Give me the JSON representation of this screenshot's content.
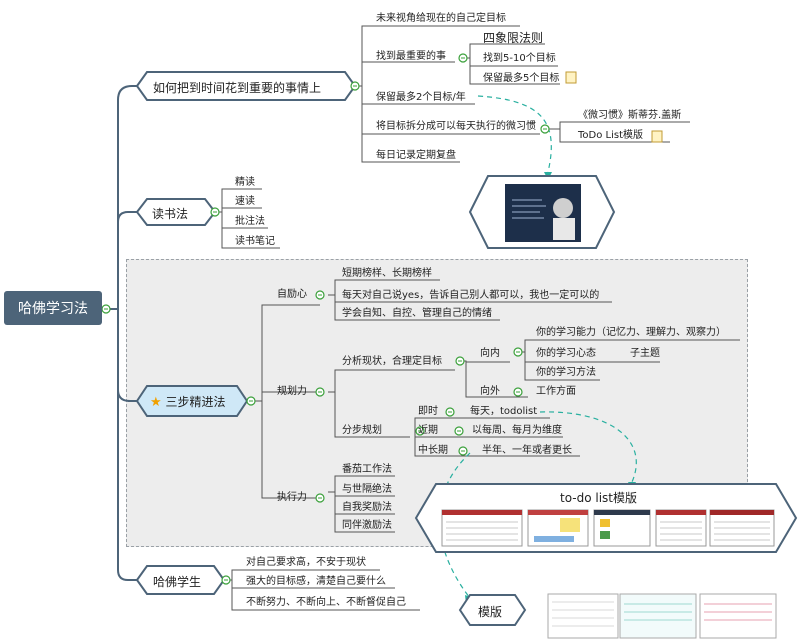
{
  "root": "哈佛学习法",
  "branch1": {
    "title": "如何把到时间花到重要的事情上",
    "items": [
      "未来视角给现在的自己定目标",
      "找到最重要的事",
      "保留最多2个目标/年",
      "将目标拆分成可以每天执行的微习惯",
      "每日记录定期复盘"
    ],
    "four_limits": "四象限法则",
    "sub": [
      "找到5-10个目标",
      "保留最多5个目标"
    ],
    "book": "《微习惯》斯蒂芬.盖斯",
    "todo_template": "ToDo List模版"
  },
  "branch2": {
    "title": "读书法",
    "items": [
      "精读",
      "速读",
      "批注法",
      "读书笔记"
    ]
  },
  "branch3": {
    "title": "三步精进法",
    "self_motivation": {
      "label": "自励心",
      "items": [
        "短期榜样、长期榜样",
        "每天对自己说yes，告诉自己别人都可以，我也一定可以的",
        "学会自知、自控、管理自己的情绪"
      ]
    },
    "planning": {
      "label": "规划力",
      "analyze": "分析现状，合理定目标",
      "inward": "向内",
      "inward_items": [
        "你的学习能力（记忆力、理解力、观察力）",
        "你的学习心态",
        "你的学习方法"
      ],
      "subtopic": "子主题",
      "outward": "向外",
      "outward_item": "工作方面",
      "step_plan": "分步规划",
      "immediate": "即时",
      "immediate_item": "每天，todolist",
      "near": "近期",
      "near_item": "以每周、每月为维度",
      "long": "中长期",
      "long_item": "半年、一年或者更长"
    },
    "execution": {
      "label": "执行力",
      "items": [
        "番茄工作法",
        "与世隔绝法",
        "自我奖励法",
        "同伴激励法"
      ]
    }
  },
  "branch4": {
    "title": "哈佛学生",
    "items": [
      "对自己要求高，不安于现状",
      "强大的目标感，清楚自己要什么",
      "不断努力、不断向上、不断督促自己"
    ]
  },
  "todo_panel": {
    "title": "to-do list模版"
  },
  "template_node": {
    "title": "模版"
  },
  "colors": {
    "root": "#4d6479",
    "branch_stroke": "#4d6479",
    "highlight": "#cfe8f7",
    "collapse": "#3aa03a",
    "dash": "#2ab0a0"
  }
}
